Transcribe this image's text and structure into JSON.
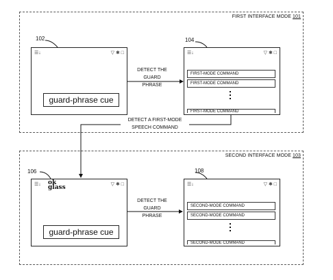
{
  "header": {
    "left_text": "",
    "mid_text": "",
    "right_text": ""
  },
  "modes": {
    "first": {
      "label": "FIRST INTERFACE MODE ",
      "number": "101"
    },
    "second": {
      "label": "SECOND INTERFACE MODE ",
      "number": "103"
    }
  },
  "devices": {
    "d102": {
      "ref": "102",
      "cue": "guard-phrase cue",
      "status_left": "☰↓",
      "status_right": "▽ ✱ □"
    },
    "d104": {
      "ref": "104",
      "status_left": "☰↓",
      "status_right": "▽ ✱ □",
      "commands": [
        "FIRST-MODE COMMAND",
        "FIRST-MODE COMMAND"
      ],
      "cut_command": "FIRST-MODE COMMAND"
    },
    "d106": {
      "ref": "106",
      "cue": "guard-phrase cue",
      "status_left": "☰↓",
      "status_right": "▽ ✱ □",
      "glass_label_1": "ok",
      "glass_label_2": "glass"
    },
    "d108": {
      "ref": "108",
      "status_left": "☰↓",
      "status_right": "▽ ✱ □",
      "commands": [
        "SECOND-MODE COMMAND",
        "SECOND-MODE COMMAND"
      ],
      "cut_command": "SECOND-MODE COMMAND"
    }
  },
  "flows": {
    "top": [
      "DETECT THE",
      "GUARD",
      "PHRASE"
    ],
    "middle": [
      "DETECT A FIRST-MODE",
      "SPEECH COMMAND"
    ],
    "bottom": [
      "DETECT THE",
      "GUARD",
      "PHRASE"
    ]
  }
}
